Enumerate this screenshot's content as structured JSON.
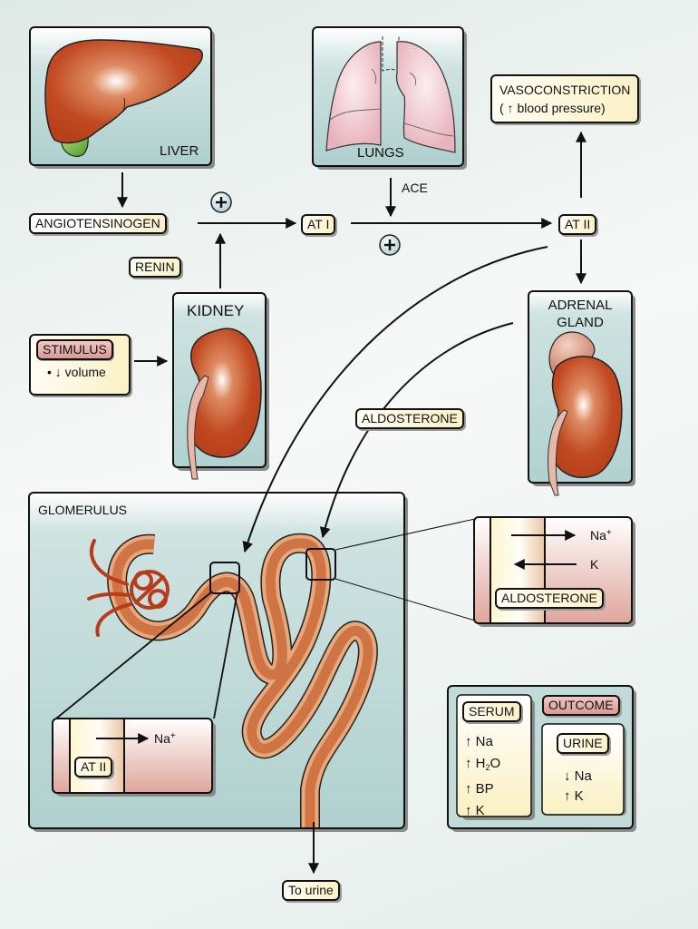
{
  "organs": {
    "liver": "LIVER",
    "lungs": "LUNGS",
    "kidney": "KIDNEY",
    "adrenal_line1": "ADRENAL",
    "adrenal_line2": "GLAND",
    "glomerulus": "GLOMERULUS"
  },
  "pathway": {
    "angiotensinogen": "ANGIOTENSINOGEN",
    "renin": "RENIN",
    "at1": "AT I",
    "at2": "AT II",
    "ace": "ACE",
    "plus": "+",
    "vasoconstriction_line1": "VASOCONSTRICTION",
    "vasoconstriction_line2": "( ↑ blood pressure)",
    "aldosterone": "ALDOSTERONE"
  },
  "stimulus": {
    "title": "STIMULUS",
    "item": "• ↓ volume"
  },
  "inset_distal": {
    "na": "Na",
    "na_charge": "+",
    "k": "K",
    "hormone": "ALDOSTERONE"
  },
  "inset_proximal": {
    "na": "Na",
    "na_charge": "+",
    "hormone": "AT II"
  },
  "outcome": {
    "title": "OUTCOME",
    "serum": {
      "title": "SERUM",
      "items": [
        {
          "arrow": "↑",
          "text": "Na",
          "sub": ""
        },
        {
          "arrow": "↑",
          "text": "H",
          "sub": "2",
          "after": "O"
        },
        {
          "arrow": "↑",
          "text": "BP",
          "sub": ""
        },
        {
          "arrow": "↑",
          "text": "K",
          "sub": ""
        }
      ]
    },
    "urine": {
      "title": "URINE",
      "items": [
        {
          "arrow": "↓",
          "text": "Na"
        },
        {
          "arrow": "↑",
          "text": "K"
        }
      ]
    }
  },
  "to_urine": "To urine",
  "colors": {
    "organ_red": "#c0461f",
    "tubule": "#cf7444",
    "tubule_lumen": "#e9a87a",
    "panel_teal": "#b4d4d2",
    "label_cream": "#fbf1c6",
    "label_red": "#dca09b",
    "lung_pink": "#efc0c8"
  }
}
